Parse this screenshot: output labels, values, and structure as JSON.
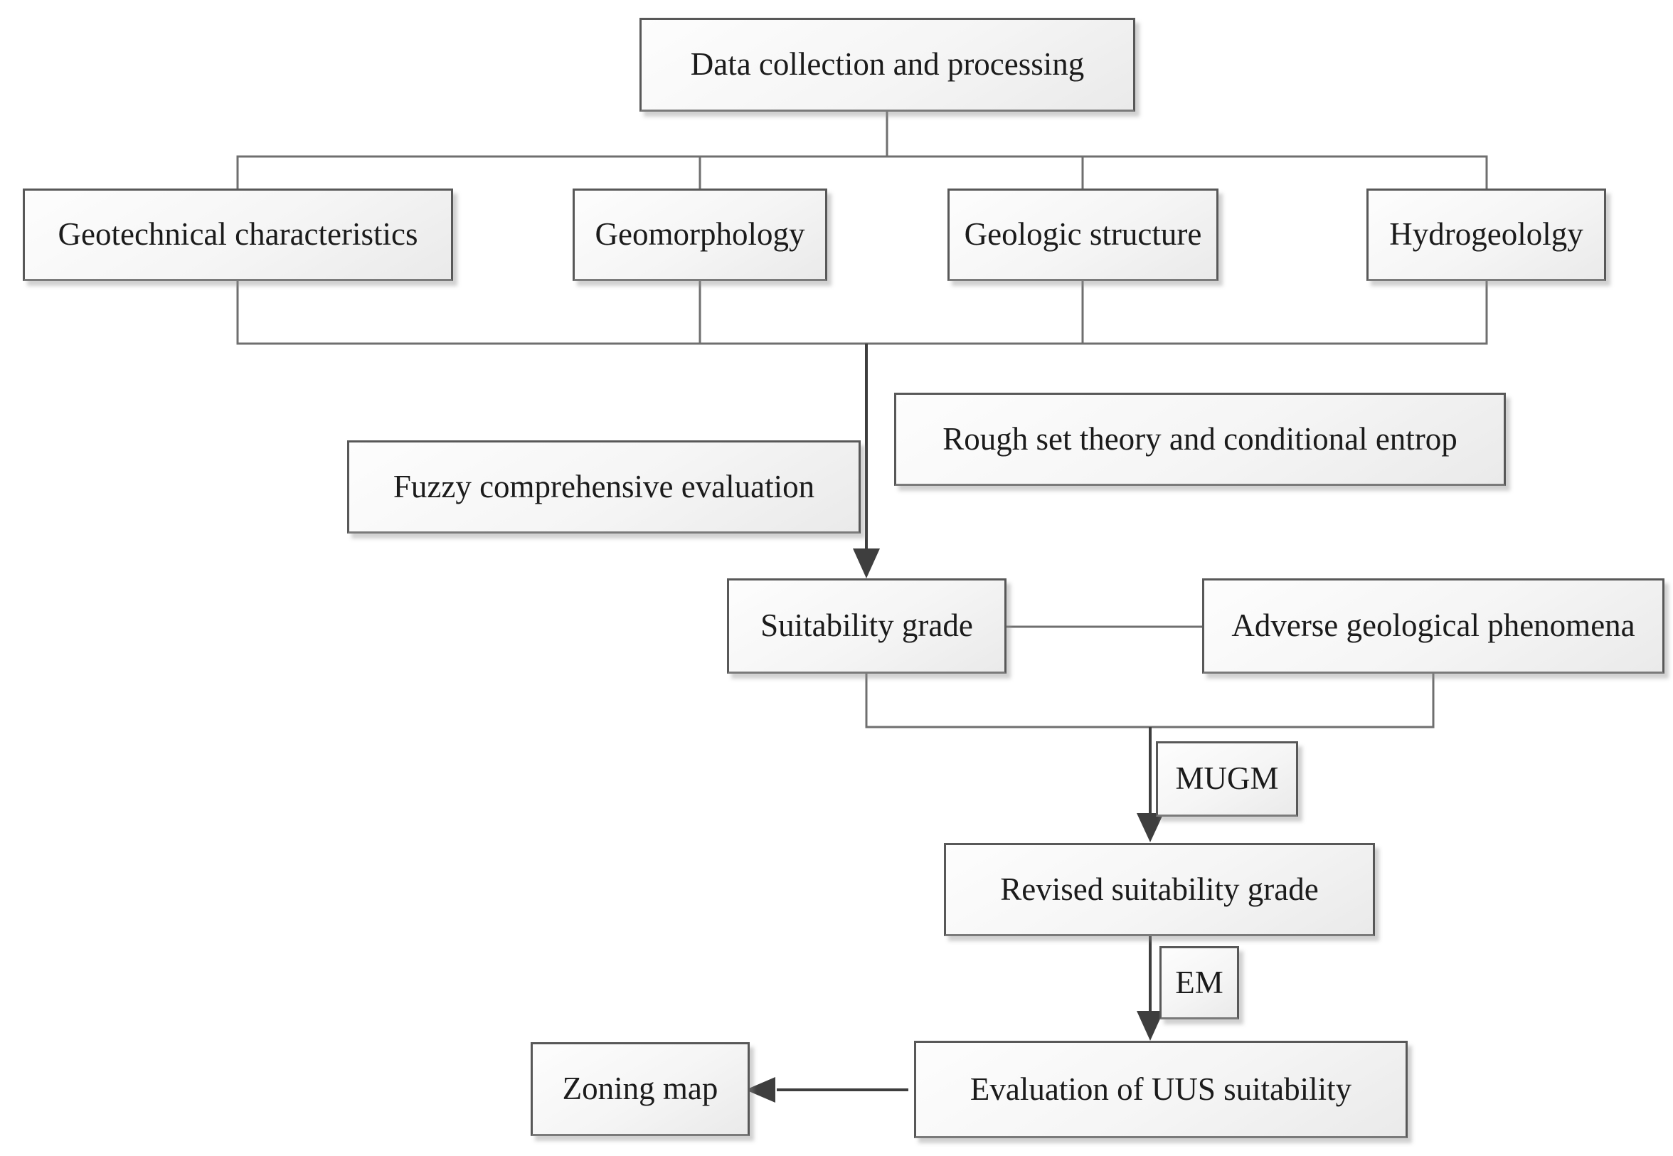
{
  "diagram": {
    "title": "UUS suitability evaluation workflow",
    "nodes": {
      "data_collection": {
        "label": "Data collection and processing"
      },
      "geotechnical": {
        "label": "Geotechnical characteristics"
      },
      "geomorphology": {
        "label": "Geomorphology"
      },
      "geologic_structure": {
        "label": "Geologic structure"
      },
      "hydrogeology": {
        "label": "Hydrogeololgy"
      },
      "fuzzy": {
        "label": "Fuzzy comprehensive evaluation"
      },
      "rough_set": {
        "label": "Rough set theory and conditional entrop"
      },
      "suitability_grade": {
        "label": "Suitability grade"
      },
      "adverse": {
        "label": "Adverse geological phenomena"
      },
      "mugm": {
        "label": "MUGM"
      },
      "revised_grade": {
        "label": "Revised suitability grade"
      },
      "em": {
        "label": "EM"
      },
      "evaluation": {
        "label": "Evaluation of UUS suitability"
      },
      "zoning_map": {
        "label": "Zoning map"
      }
    },
    "edges": [
      "data_collection -> geotechnical",
      "data_collection -> geomorphology",
      "data_collection -> geologic_structure",
      "data_collection -> hydrogeology",
      "four factors -> suitability_grade (arrow)",
      "suitability_grade - adverse (line)",
      "suitability_grade + adverse -> revised_grade via MUGM (arrow)",
      "revised_grade -> evaluation via EM (arrow)",
      "evaluation -> zoning_map (arrow)"
    ],
    "colors": {
      "background": "#ffffff",
      "box_fill_light": "#fdfdfd",
      "box_fill_dark": "#eaeaea",
      "box_border": "#585858",
      "connector_line": "#6f6f6f",
      "arrow": "#3e3e3e",
      "text": "#1b1b1b"
    }
  }
}
